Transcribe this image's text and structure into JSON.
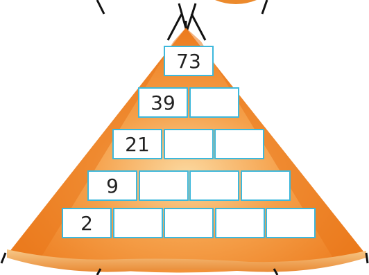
{
  "colors": {
    "tent_orange": "#f08a2c",
    "tent_light": "#f7c27a",
    "cell_border": "#3db8dc",
    "pole": "#111111"
  },
  "pyramid": {
    "rows": [
      [
        "73"
      ],
      [
        "39",
        ""
      ],
      [
        "21",
        "",
        ""
      ],
      [
        "9",
        "",
        "",
        ""
      ],
      [
        "2",
        "",
        "",
        "",
        ""
      ]
    ]
  }
}
